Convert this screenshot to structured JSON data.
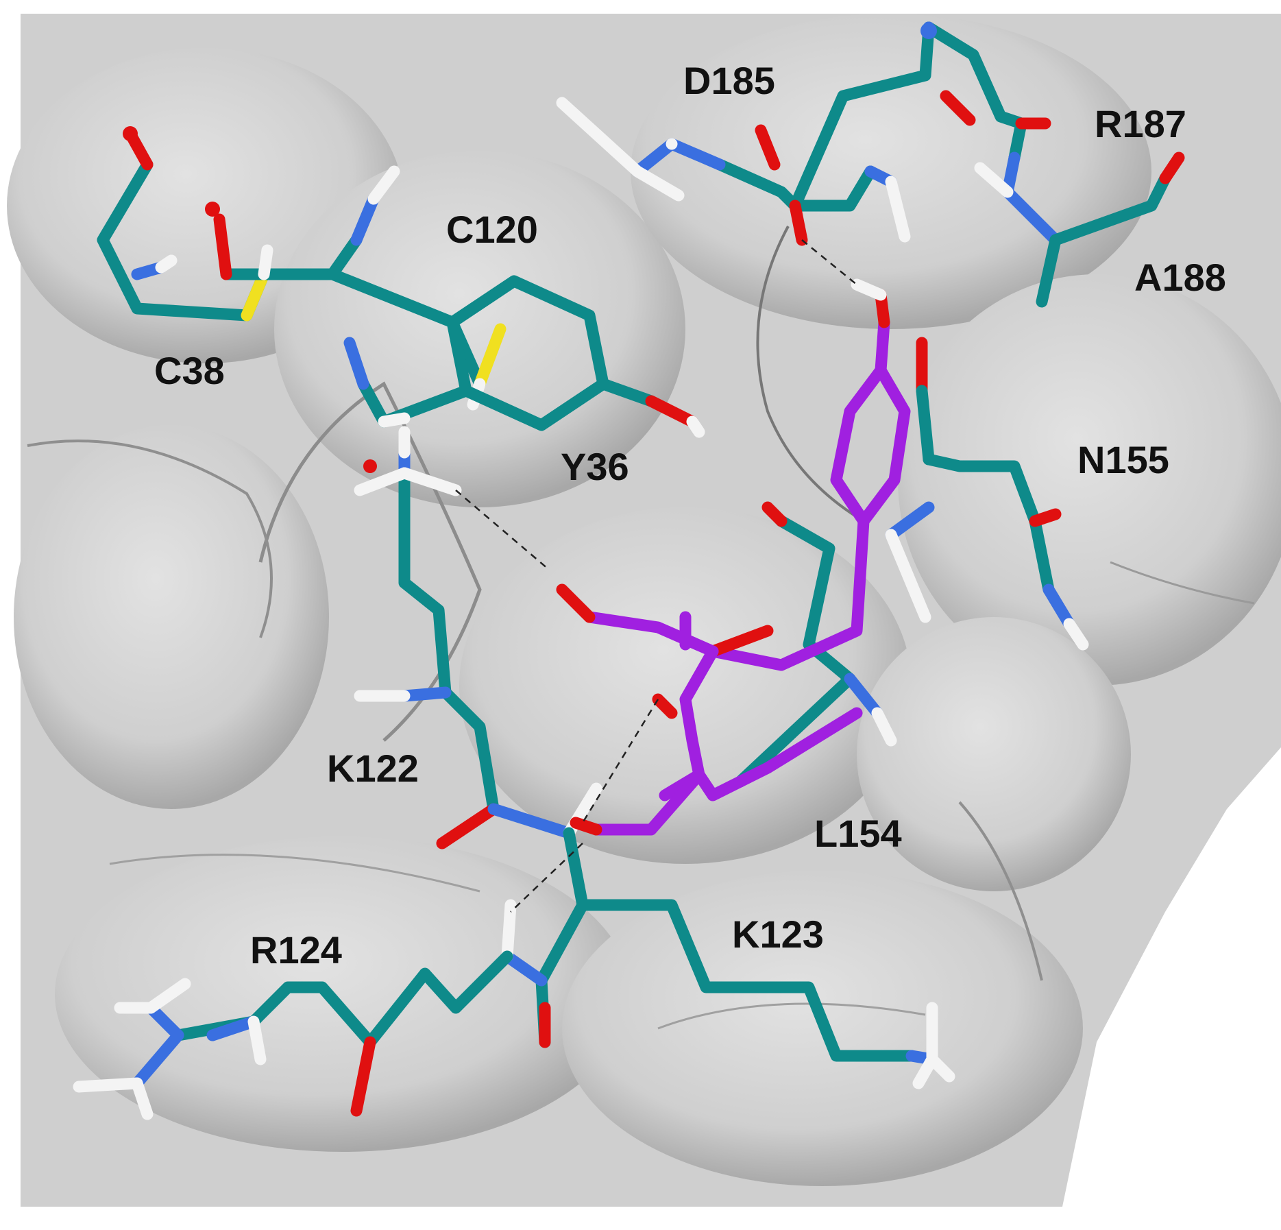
{
  "colors": {
    "background": "#ffffff",
    "surface": "#d6d6d6",
    "surface_shadow": "#9a9a9a",
    "carbon": "#0e8a8a",
    "ligand_carbon": "#a020e0",
    "oxygen": "#e01010",
    "nitrogen": "#3a6fe0",
    "sulfur": "#f0e020",
    "hydrogen": "#f4f4f4",
    "label": "#111111"
  },
  "labels": {
    "D185": "D185",
    "R187": "R187",
    "C120": "C120",
    "A188": "A188",
    "C38": "C38",
    "Y36": "Y36",
    "N155": "N155",
    "K122": "K122",
    "L154": "L154",
    "K123": "K123",
    "R124": "R124"
  }
}
